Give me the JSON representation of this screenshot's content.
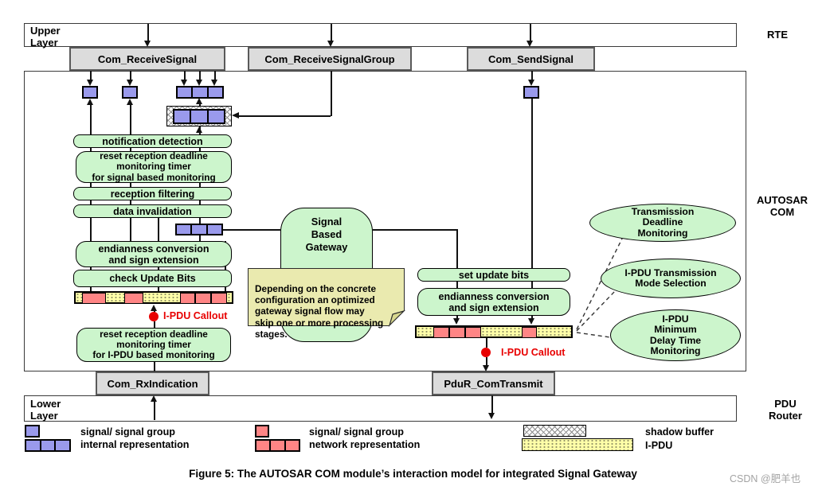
{
  "side_labels": {
    "rte": "RTE",
    "autosar_com": "AUTOSAR\nCOM",
    "pdu_router": "PDU\nRouter"
  },
  "layers": {
    "upper": "Upper\nLayer",
    "lower": "Lower\nLayer"
  },
  "api": {
    "receive_signal": "Com_ReceiveSignal",
    "receive_signal_group": "Com_ReceiveSignalGroup",
    "send_signal": "Com_SendSignal",
    "rx_indication": "Com_RxIndication",
    "pdur_transmit": "PduR_ComTransmit"
  },
  "rx_steps": {
    "notification_detection": "notification detection",
    "reset_signal_monitoring": "reset reception deadline\nmonitoring timer\nfor signal based monitoring",
    "reception_filtering": "reception filtering",
    "data_invalidation": "data invalidation",
    "endianness": "endianness conversion\nand sign extension",
    "check_update_bits": "check Update Bits",
    "reset_ipdu_monitoring": "reset reception deadline\nmonitoring timer\nfor I-PDU based monitoring"
  },
  "tx_steps": {
    "set_update_bits": "set update bits",
    "endianness": "endianness conversion\nand sign extension"
  },
  "gateway_label": "Signal\nBased\nGateway",
  "note_text": "Depending on the concrete\nconfiguration an optimized\ngateway signal flow may\nskip one or more processing\nstages.",
  "callouts": {
    "left": "I-PDU Callout",
    "right": "I-PDU Callout"
  },
  "monitors": {
    "transmission_deadline": "Transmission\nDeadline\nMonitoring",
    "transmission_mode": "I-PDU Transmission\nMode Selection",
    "min_delay": "I-PDU\nMinimum\nDelay Time\nMonitoring"
  },
  "legend": {
    "internal_line1": "signal/ signal group",
    "internal_line2": "internal representation",
    "network_line1": "signal/ signal group",
    "network_line2": "network representation",
    "shadow": "shadow buffer",
    "ipdu": "I-PDU"
  },
  "caption": "Figure 5: The AUTOSAR COM module’s interaction model for integrated Signal Gateway",
  "watermark": "CSDN @肥羊也",
  "colors": {
    "internal_signal_blue": "#9a9aec",
    "network_signal_red": "#ff8585",
    "ipdu_yellow": "#ffffa8",
    "process_green": "#ccf5cc",
    "note_yellow": "#eaeaaf",
    "api_gray": "#dcdcdc",
    "callout_red": "#e80000"
  },
  "bars": {
    "ipdu_left": [
      {
        "t": "y",
        "w": 8
      },
      {
        "t": "r",
        "w": 30
      },
      {
        "t": "y",
        "w": 24
      },
      {
        "t": "r",
        "w": 24
      },
      {
        "t": "y",
        "w": 48
      },
      {
        "t": "r",
        "w": 19
      },
      {
        "t": "r",
        "w": 19
      },
      {
        "t": "r",
        "w": 19
      },
      {
        "t": "y",
        "w": 6
      }
    ],
    "ipdu_right": [
      {
        "t": "y",
        "w": 22
      },
      {
        "t": "r",
        "w": 19
      },
      {
        "t": "r",
        "w": 19
      },
      {
        "t": "r",
        "w": 19
      },
      {
        "t": "y",
        "w": 53
      },
      {
        "t": "r",
        "w": 18
      },
      {
        "t": "y",
        "w": 45
      }
    ]
  }
}
